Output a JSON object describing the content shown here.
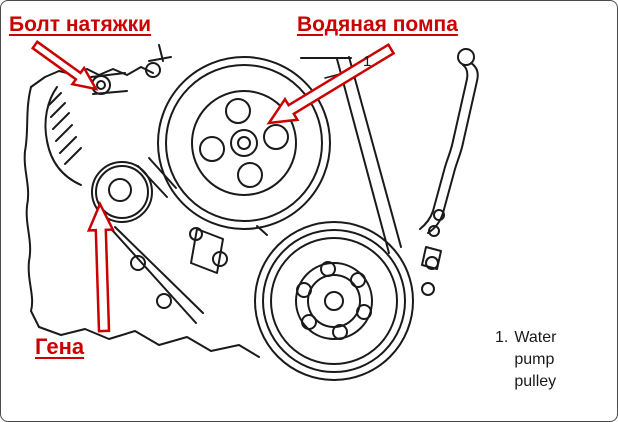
{
  "colors": {
    "annotation": "#cc0000",
    "line": "#1a1a1a",
    "background": "#ffffff",
    "border": "#4a4a4a"
  },
  "labels": {
    "tension_bolt": "Болт натяжки",
    "water_pump": "Водяная помпа",
    "generator": "Гена"
  },
  "callout": {
    "number": "1"
  },
  "legend": {
    "number": "1.",
    "lines": [
      "Water",
      "pump",
      "pulley"
    ]
  }
}
